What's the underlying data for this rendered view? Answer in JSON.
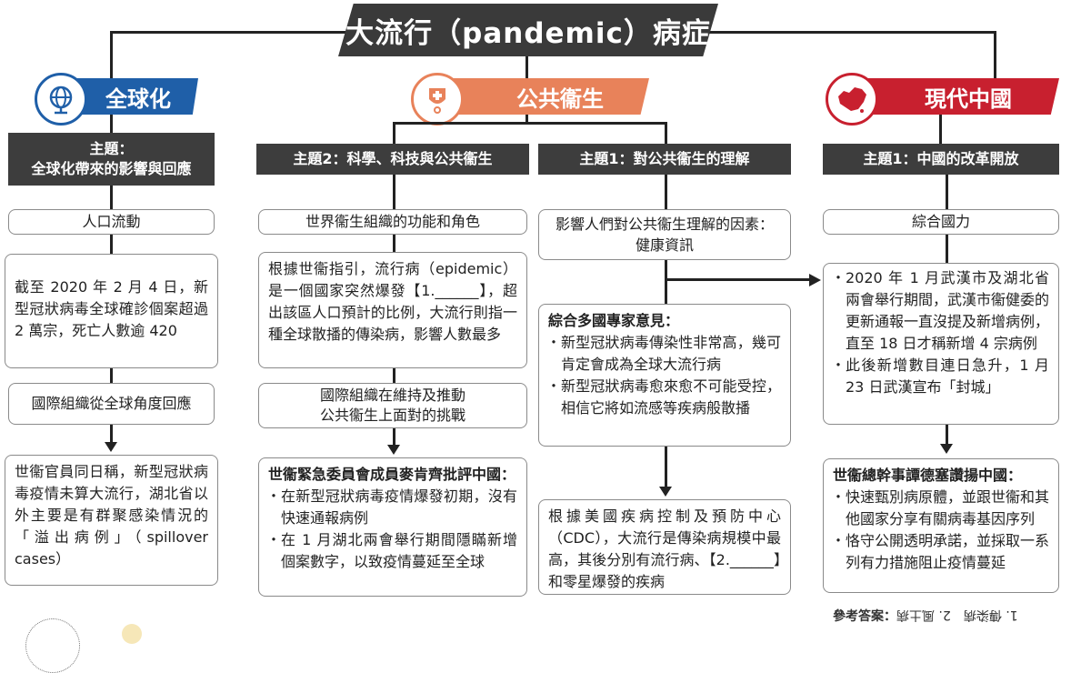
{
  "title": "大流行（pandemic）病症",
  "colors": {
    "blue": "#1f5fa8",
    "orange": "#e8825a",
    "red": "#c8202f",
    "dark": "#3d3d3d"
  },
  "categories": {
    "globalization": {
      "label": "全球化",
      "icon": "globe-icon"
    },
    "public_health": {
      "label": "公共衞生",
      "icon": "medical-badge-icon"
    },
    "modern_china": {
      "label": "現代中國",
      "icon": "china-map-icon"
    }
  },
  "col1": {
    "theme": "主題：\n全球化帶來的影響與回應",
    "sub1": "人口流動",
    "text1": "截至 2020 年 2 月 4 日，新型冠狀病毒全球確診個案超過 2 萬宗，死亡人數逾 420",
    "sub2": "國際組織從全球角度回應",
    "text2": "世衞官員同日稱，新型冠狀病毒疫情未算大流行，湖北省以外主要是有群聚感染情況的「溢出病例」（spillover cases）"
  },
  "col2": {
    "theme": "主題2：科學、科技與公共衞生",
    "sub1": "世界衞生組織的功能和角色",
    "text1": "根據世衞指引，流行病（epidemic）是一個國家突然爆發【1.______】，超出該區人口預計的比例，大流行則指一種全球散播的傳染病，影響人數最多",
    "sub2": "國際組織在維持及推動\n公共衞生上面對的挑戰",
    "text2_lead": "世衞緊急委員會成員麥肯齊批評中國：",
    "text2_items": [
      "在新型冠狀病毒疫情爆發初期，沒有快速通報病例",
      "在 1 月湖北兩會舉行期間隱瞞新增個案數字，以致疫情蔓延至全球"
    ]
  },
  "col3": {
    "theme": "主題1：對公共衞生的理解",
    "sub1": "影響人們對公共衞生理解的因素：\n健康資訊",
    "text1_lead": "綜合多國專家意見：",
    "text1_items": [
      "新型冠狀病毒傳染性非常高，幾可肯定會成為全球大流行病",
      "新型冠狀病毒愈來愈不可能受控，相信它將如流感等疾病般散播"
    ],
    "text2": "根據美國疾病控制及預防中心（CDC），大流行是傳染病規模中最高，其後分別有流行病、【2.______】和零星爆發的疾病"
  },
  "col4": {
    "theme": "主題1：中國的改革開放",
    "sub1": "綜合國力",
    "text1_items": [
      "2020 年 1 月武漢市及湖北省兩會舉行期間，武漢市衞健委的更新通報一直沒提及新增病例，直至 18 日才稱新增 4 宗病例",
      "此後新增數目連日急升，1 月 23 日武漢宣布「封城」"
    ],
    "text2_lead": "世衞總幹事譚德塞讚揚中國：",
    "text2_items": [
      "快速甄別病原體，並跟世衞和其他國家分享有關病毒基因序列",
      "恪守公開透明承諾，並採取一系列有力措施阻止疫情蔓延"
    ]
  },
  "answer_label": "參考答案：",
  "answer_text": "1. 傳染病　2. 風土病"
}
